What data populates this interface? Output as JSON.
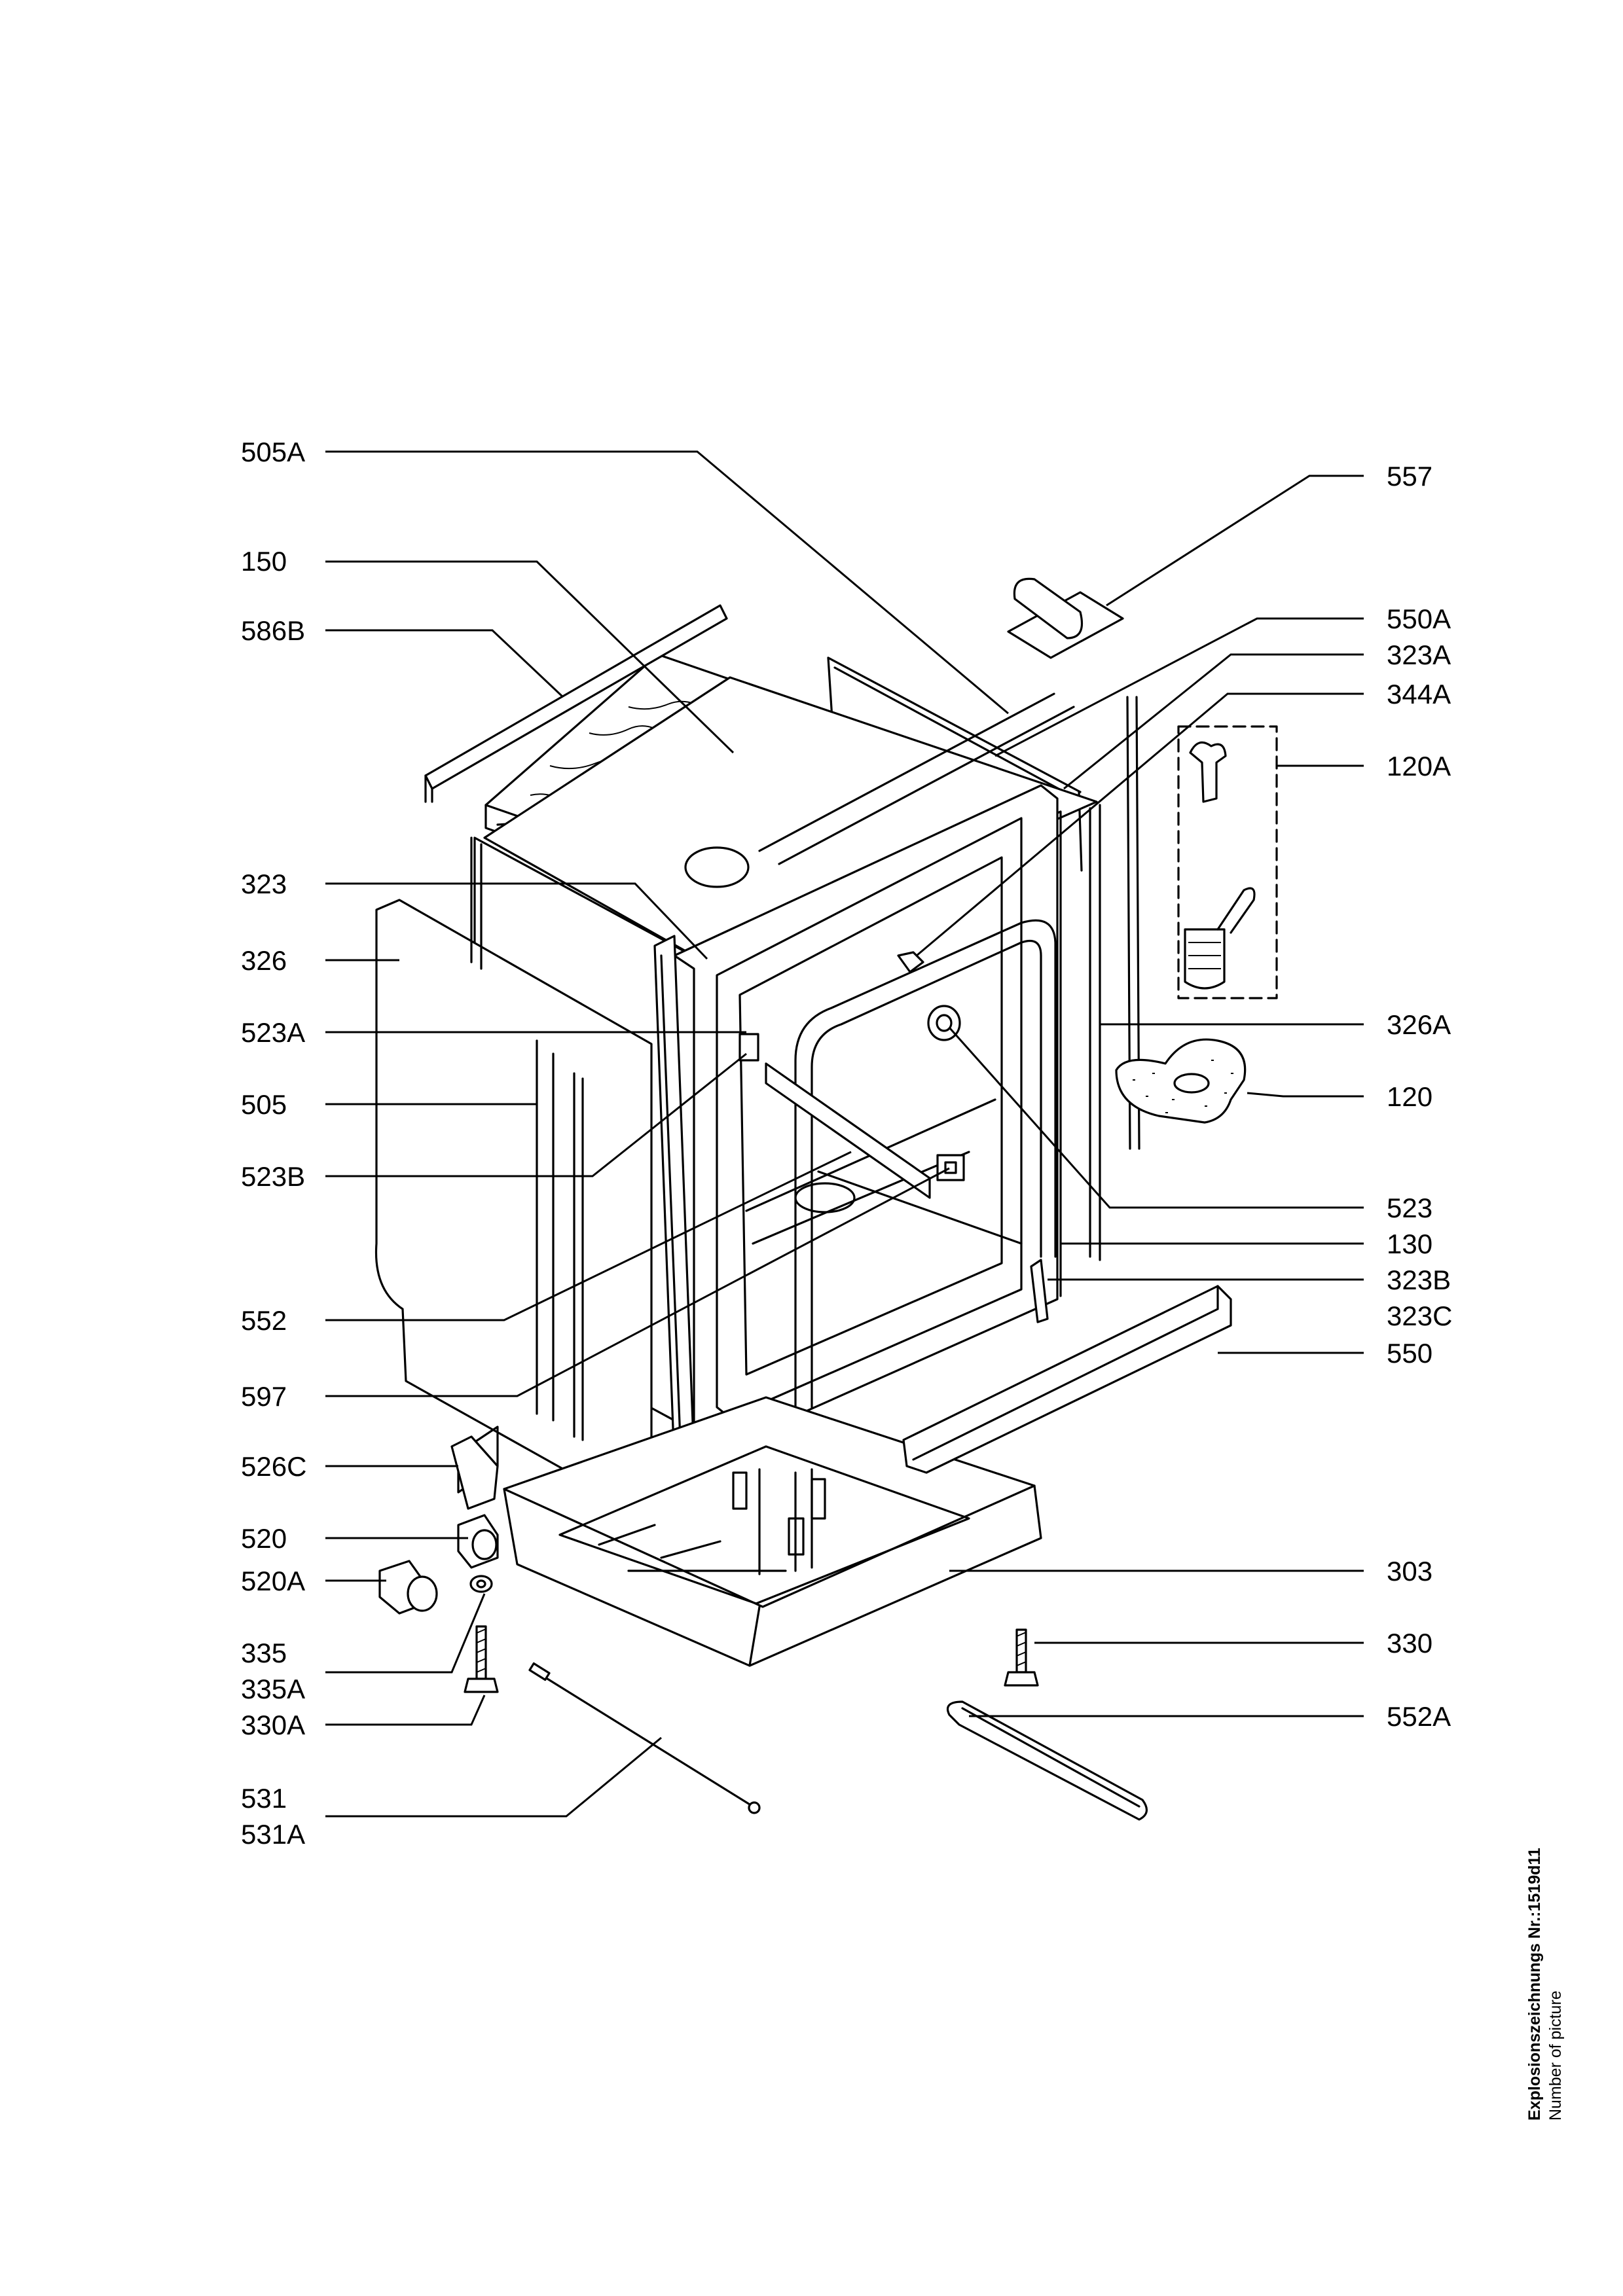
{
  "callouts": [
    {
      "id": "505A",
      "text": "505A"
    },
    {
      "id": "150",
      "text": "150"
    },
    {
      "id": "586B",
      "text": "586B"
    },
    {
      "id": "323",
      "text": "323"
    },
    {
      "id": "326",
      "text": "326"
    },
    {
      "id": "523A",
      "text": "523A"
    },
    {
      "id": "505",
      "text": "505"
    },
    {
      "id": "523B",
      "text": "523B"
    },
    {
      "id": "552",
      "text": "552"
    },
    {
      "id": "597",
      "text": "597"
    },
    {
      "id": "526C",
      "text": "526C"
    },
    {
      "id": "520",
      "text": "520"
    },
    {
      "id": "520A",
      "text": "520A"
    },
    {
      "id": "335",
      "text": "335"
    },
    {
      "id": "335A",
      "text": "335A"
    },
    {
      "id": "330A",
      "text": "330A"
    },
    {
      "id": "531",
      "text": "531"
    },
    {
      "id": "531A",
      "text": "531A"
    },
    {
      "id": "557",
      "text": "557"
    },
    {
      "id": "550A",
      "text": "550A"
    },
    {
      "id": "323A",
      "text": "323A"
    },
    {
      "id": "344A",
      "text": "344A"
    },
    {
      "id": "120A",
      "text": "120A"
    },
    {
      "id": "326A",
      "text": "326A"
    },
    {
      "id": "120",
      "text": "120"
    },
    {
      "id": "523",
      "text": "523"
    },
    {
      "id": "130",
      "text": "130"
    },
    {
      "id": "323B",
      "text": "323B"
    },
    {
      "id": "323C",
      "text": "323C"
    },
    {
      "id": "550",
      "text": "550"
    },
    {
      "id": "303",
      "text": "303"
    },
    {
      "id": "330",
      "text": "330"
    },
    {
      "id": "552A",
      "text": "552A"
    }
  ],
  "footer": {
    "title": "Explosionszeichnungs Nr.:1519d11",
    "subtitle": "Number of picture"
  }
}
